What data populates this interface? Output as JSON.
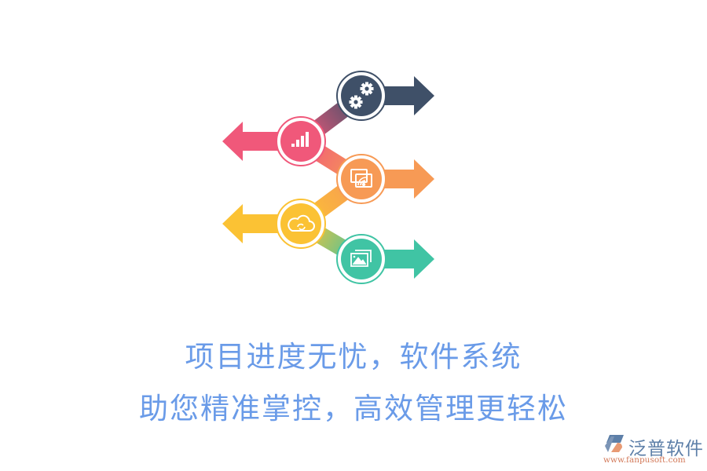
{
  "infographic": {
    "steps": [
      {
        "id": 1,
        "icon": "gears-icon",
        "color": "#3f5068",
        "arrow_direction": "right"
      },
      {
        "id": 2,
        "icon": "bar-chart-icon",
        "color": "#f0587a",
        "arrow_direction": "left"
      },
      {
        "id": 3,
        "icon": "screen-cast-icon",
        "color": "#f79a55",
        "arrow_direction": "right"
      },
      {
        "id": 4,
        "icon": "cloud-sync-icon",
        "color": "#fbc234",
        "arrow_direction": "left"
      },
      {
        "id": 5,
        "icon": "image-gallery-icon",
        "color": "#40c4a4",
        "arrow_direction": "right"
      }
    ]
  },
  "headline": {
    "line1": "项目进度无忧，软件系统",
    "line2": "助您精准掌控，高效管理更轻松",
    "color": "#6a9be8"
  },
  "logo": {
    "brand": "泛普软件",
    "url": "www.fanpusoft.com"
  }
}
